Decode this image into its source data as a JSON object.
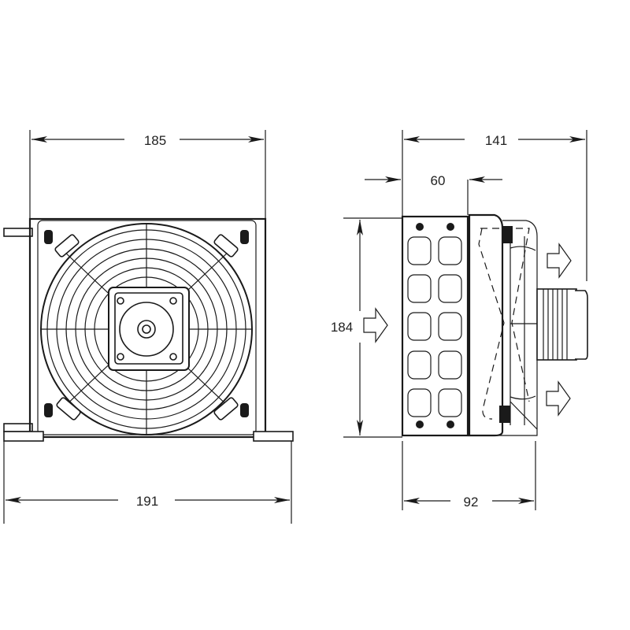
{
  "drawing": {
    "front_view": {
      "width_label": "185",
      "overall_width_label": "191"
    },
    "side_view": {
      "depth_label": "141",
      "core_depth_label": "60",
      "height_label": "184",
      "base_depth_label": "92"
    },
    "colors": {
      "line": "#1a1a1a",
      "background": "#ffffff"
    },
    "icons": [
      "airflow-in-arrow",
      "airflow-out-arrow"
    ]
  }
}
